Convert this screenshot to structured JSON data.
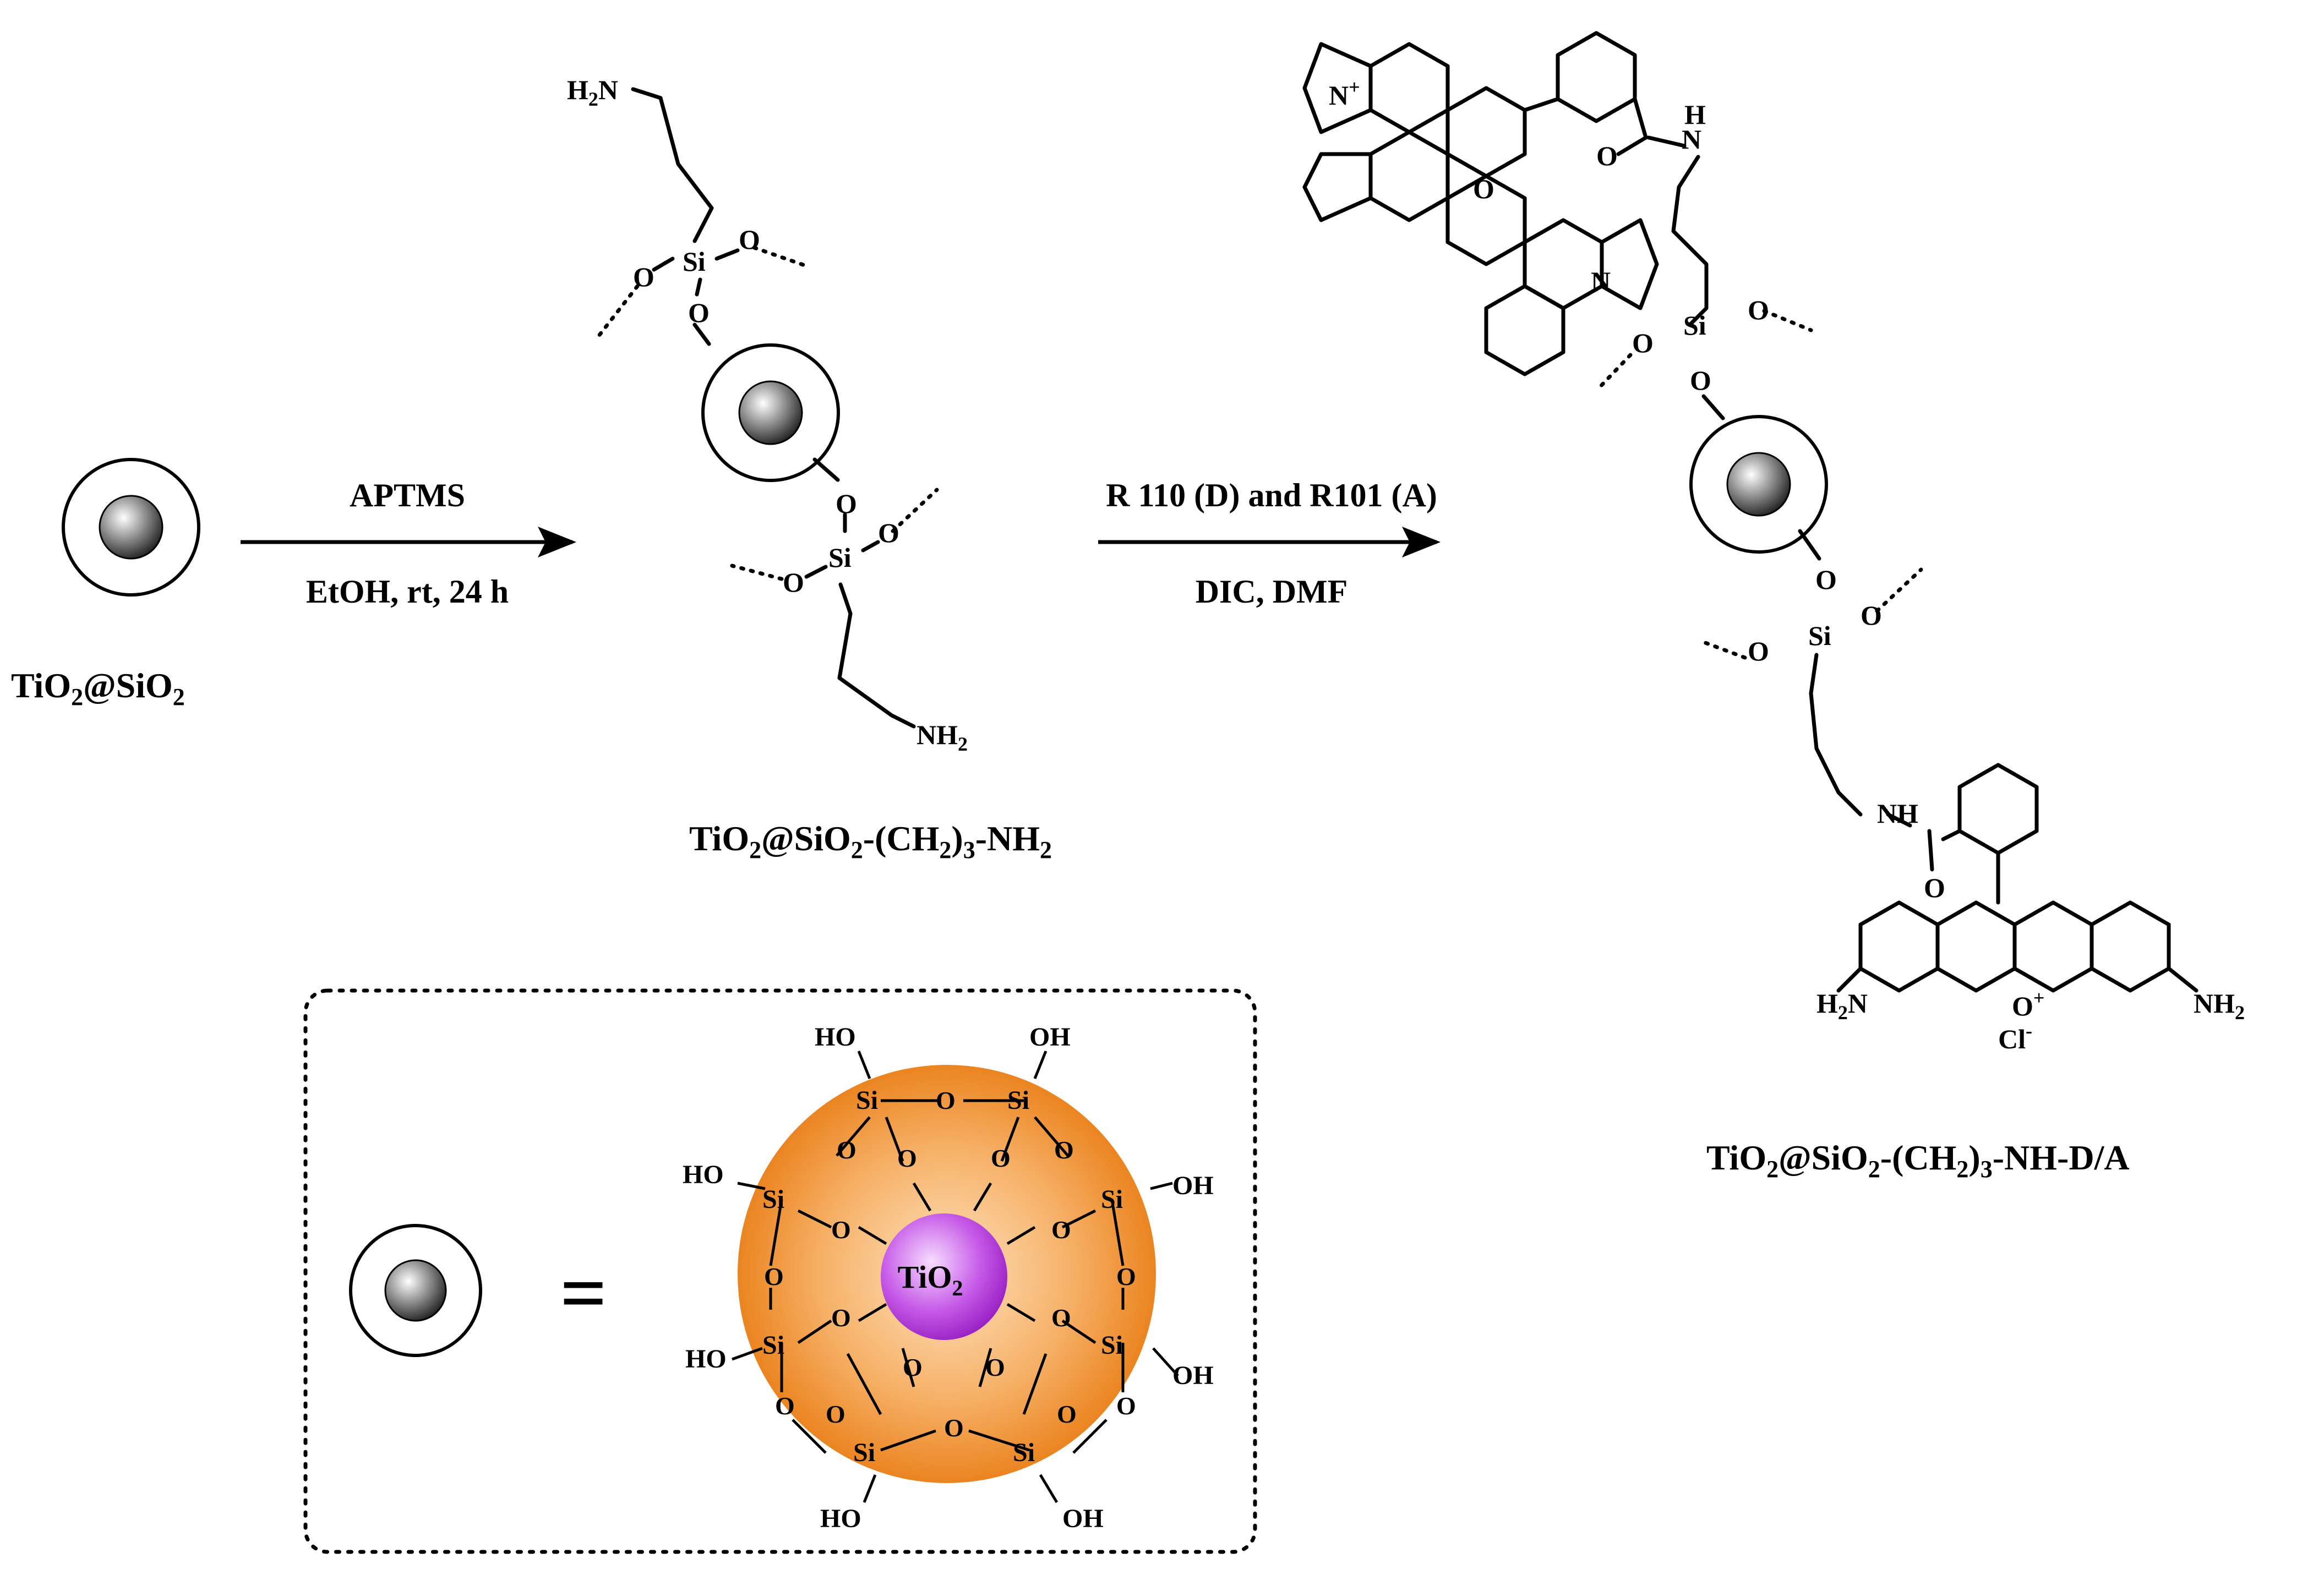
{
  "reaction": {
    "step1": {
      "reagent": "APTMS",
      "conditions": "EtOH, rt, 24 h"
    },
    "step2": {
      "reagent": "R 110 (D) and R101 (A)",
      "conditions": "DIC, DMF"
    }
  },
  "compounds": {
    "start": {
      "prefix": "TiO",
      "sub1": "2",
      "mid": "@SiO",
      "sub2": "2",
      "suffix": ""
    },
    "intermediate": {
      "prefix": "TiO",
      "sub1": "2",
      "mid": "@SiO",
      "sub2": "2",
      "part3": "-(CH",
      "sub3": "2",
      "part4": ")",
      "sub4": "3",
      "suffix": "-NH",
      "sub5": "2"
    },
    "product": {
      "prefix": "TiO",
      "sub1": "2",
      "mid": "@SiO",
      "sub2": "2",
      "part3": "-(CH",
      "sub3": "2",
      "part4": ")",
      "sub4": "3",
      "suffix": "-NH-D/A"
    }
  },
  "atoms": {
    "H2N": "H",
    "two": "2",
    "N": "N",
    "NH": "NH",
    "NH2": "NH",
    "O": "O",
    "Si": "Si",
    "H": "H",
    "Nplus": "N",
    "plus": "+",
    "Oplus": "O",
    "Cl": "Cl",
    "minus": "-",
    "OH": "OH",
    "HO": "HO"
  },
  "legend": {
    "equals": "=",
    "core": "TiO",
    "core_sub": "2"
  },
  "colors": {
    "shell": "#f08a24",
    "shell_light": "#fde3c0",
    "core": "#b03ad6",
    "core_light": "#f2c9ff",
    "bead": "#555555"
  }
}
